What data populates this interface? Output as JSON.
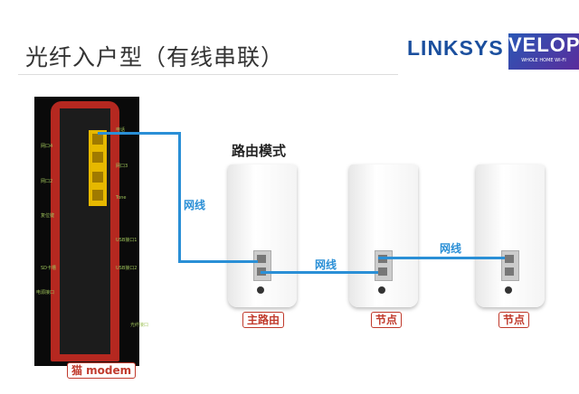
{
  "title": "光纤入户型（有线串联）",
  "logo": {
    "brand": "LINKSYS",
    "product": "VELOP",
    "tagline": "WHOLE HOME WI-FI"
  },
  "mode_label": "路由模式",
  "modem": {
    "label": "猫 modem",
    "ports": [
      "电话",
      "网口4",
      "网口3",
      "网口2",
      "Tone",
      "复位键",
      "USB接口1",
      "SD卡槽",
      "USB接口2",
      "电源接口",
      "光纤接口"
    ]
  },
  "cable_label": "网线",
  "routers": [
    {
      "label": "主路由"
    },
    {
      "label": "节点"
    },
    {
      "label": "节点"
    }
  ],
  "colors": {
    "cable": "#2a8fd6",
    "tag": "#c0392b",
    "brand": "#1b4f9e"
  }
}
